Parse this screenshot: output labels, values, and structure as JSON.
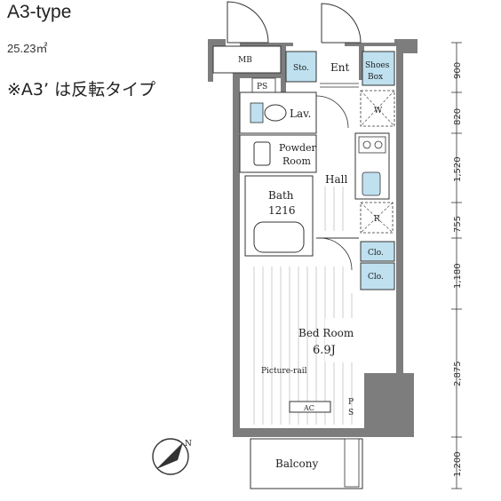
{
  "header": {
    "type": "A3-type",
    "area": "25.23㎡",
    "note": "※A3’ は反転タイプ"
  },
  "rooms": {
    "mb": "MB",
    "ps_top": "PS",
    "storage": "Sto.",
    "entrance": "Ent",
    "shoes_line1": "Shoes",
    "shoes_line2": "Box",
    "lavatory": "Lav.",
    "washer": "W",
    "powder_line1": "Powder",
    "powder_line2": "Room",
    "hall": "Hall",
    "bath_line1": "Bath",
    "bath_line2": "1216",
    "refrigerator": "R",
    "closet1": "Clo.",
    "closet2": "Clo.",
    "bedroom_line1": "Bed Room",
    "bedroom_line2": "6.9J",
    "picture_rail": "Picture-rail",
    "ac": "AC",
    "ps_bottom_line1": "P",
    "ps_bottom_line2": "S",
    "balcony": "Balcony",
    "compass": "N"
  },
  "dimensions": [
    "900",
    "820",
    "1,520",
    "755",
    "1,180",
    "2,875",
    "1,200"
  ],
  "colors": {
    "wall": "#7d7d7d",
    "fixture_blue": "#bfe0ef",
    "line": "#333333"
  }
}
